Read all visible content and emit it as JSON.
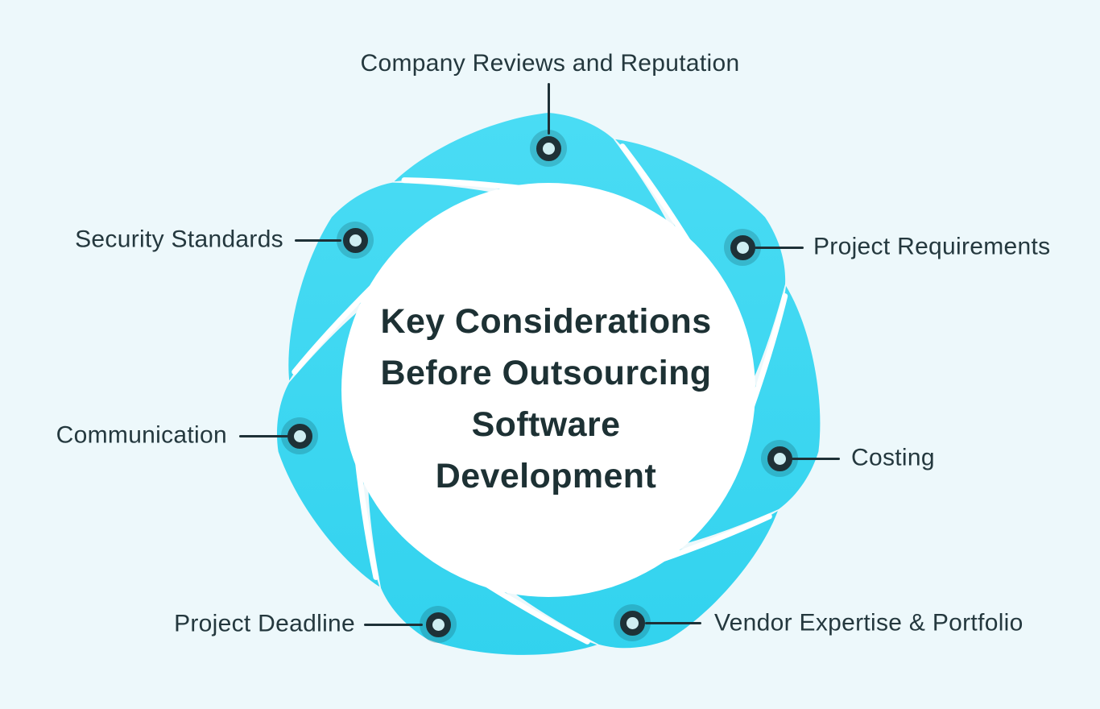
{
  "title": {
    "lines": [
      "Key Considerations",
      "Before Outsourcing",
      "Software",
      "Development"
    ]
  },
  "items": [
    {
      "id": "company-reviews-reputation",
      "label": "Company Reviews and Reputation"
    },
    {
      "id": "project-requirements",
      "label": "Project Requirements"
    },
    {
      "id": "costing",
      "label": "Costing"
    },
    {
      "id": "vendor-expertise-portfolio",
      "label": "Vendor Expertise & Portfolio"
    },
    {
      "id": "project-deadline",
      "label": "Project Deadline"
    },
    {
      "id": "communication",
      "label": "Communication"
    },
    {
      "id": "security-standards",
      "label": "Security Standards"
    }
  ],
  "colors": {
    "background": "#edf8fb",
    "petal_top": "#4adcf4",
    "petal_bottom": "#31d2ee",
    "slash": "#ffffff",
    "disc": "#ffffff",
    "ink": "#1e3137",
    "label": "#24383e",
    "title": "#1d3134",
    "halo": "rgba(14,62,75,0.22)",
    "hole": "#cfeef2"
  }
}
